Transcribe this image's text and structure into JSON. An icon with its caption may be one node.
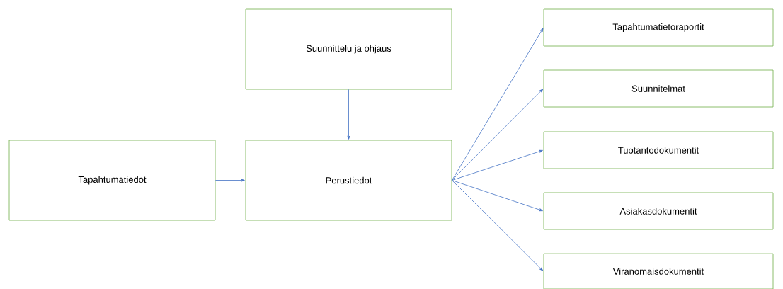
{
  "diagram": {
    "nodes": [
      {
        "text": [
          "Suunnittelu ja ohjaus"
        ]
      },
      {
        "text": [
          "Tapahtumatiedot"
        ]
      },
      {
        "text": [
          "Perustiedot"
        ]
      },
      {
        "text": [
          "Tapahtumatietoraportit"
        ]
      },
      {
        "text": [
          "Suunnitelmat"
        ]
      },
      {
        "text": [
          "Tuotantodokumentit"
        ]
      },
      {
        "text": [
          "Asiakasdokumentit"
        ]
      },
      {
        "text": [
          "Viranomaisdokumentit"
        ]
      }
    ],
    "edges": [
      {
        "from": 0,
        "to": 2,
        "arrow": "to"
      },
      {
        "from": 1,
        "to": 2,
        "arrow": "to"
      },
      {
        "from": 2,
        "to": 3,
        "arrow": "to"
      },
      {
        "from": 2,
        "to": 4,
        "arrow": "to"
      },
      {
        "from": 2,
        "to": 5,
        "arrow": "to"
      },
      {
        "from": 2,
        "to": 6,
        "arrow": "to"
      },
      {
        "from": 2,
        "to": 7,
        "arrow": "to"
      }
    ]
  }
}
